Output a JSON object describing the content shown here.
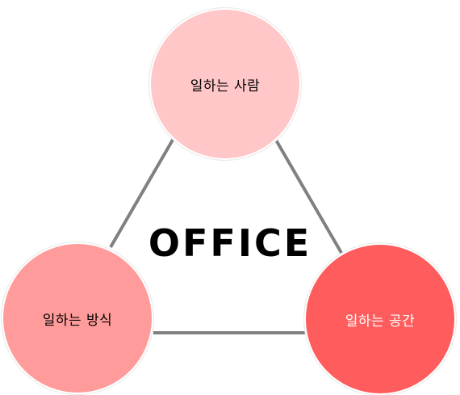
{
  "diagram": {
    "center_title": "OFFICE",
    "nodes": [
      {
        "id": "top",
        "label": "일하는 사람",
        "fill": "#ffc7c8",
        "text_color": "#000000"
      },
      {
        "id": "left",
        "label": "일하는 방식",
        "fill": "#ff9c9b",
        "text_color": "#000000"
      },
      {
        "id": "right",
        "label": "일하는 공간",
        "fill": "#ff5c5d",
        "text_color": "#ffffff"
      }
    ],
    "edge_color": "#808080",
    "edges": [
      {
        "from": "top",
        "to": "left"
      },
      {
        "from": "top",
        "to": "right"
      },
      {
        "from": "left",
        "to": "right"
      }
    ]
  }
}
